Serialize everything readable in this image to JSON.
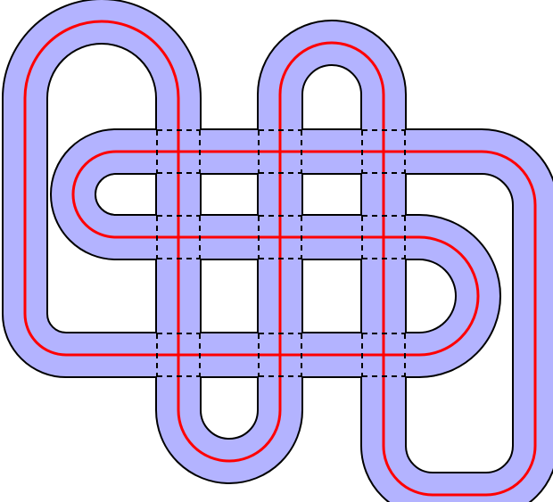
{
  "diagram": {
    "kind": "knot",
    "colors": {
      "background": "#ffffff",
      "band_fill": "#b3b3ff",
      "band_edge": "#000000",
      "center_line": "#ff0000",
      "crossing_marks": "#000000"
    },
    "band_style": "solid outline",
    "center_line_style": "solid",
    "crossing_mark_style": "dashed"
  }
}
